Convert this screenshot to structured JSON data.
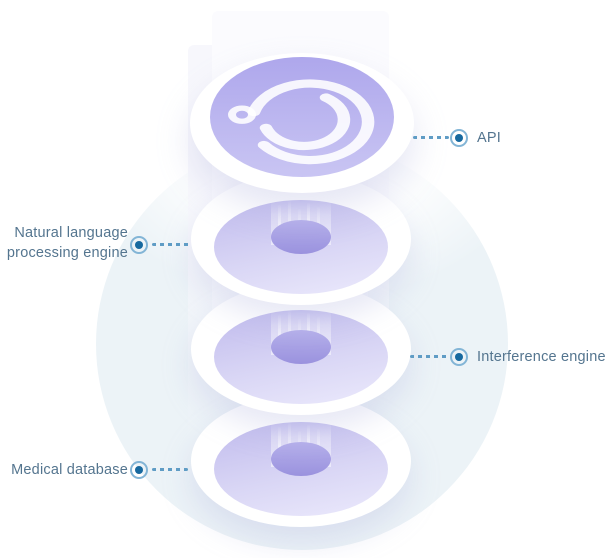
{
  "diagram": {
    "description": "Isometric stack of four layered discs with callout labels",
    "callouts": [
      {
        "id": "api",
        "side": "right",
        "lines": [
          "API"
        ]
      },
      {
        "id": "nlp",
        "side": "left",
        "lines": [
          "Natural language",
          "processing engine"
        ]
      },
      {
        "id": "interference",
        "side": "right",
        "lines": [
          "Interference engine"
        ]
      },
      {
        "id": "medical",
        "side": "left",
        "lines": [
          "Medical database"
        ]
      }
    ],
    "icons": [
      "spiral-logo-icon",
      "connector-dot"
    ],
    "colors": {
      "background_circle": "#ecf3f7",
      "top_disc_purple": "#aea7ec",
      "layer_lavender": "#c6c1ef",
      "layer_hole": "#9a92de",
      "label_text": "#54758f",
      "connector_dot_fill": "#17699f",
      "connector_dot_ring": "#83b5d6",
      "dash_line": "#5f9cc5"
    }
  }
}
